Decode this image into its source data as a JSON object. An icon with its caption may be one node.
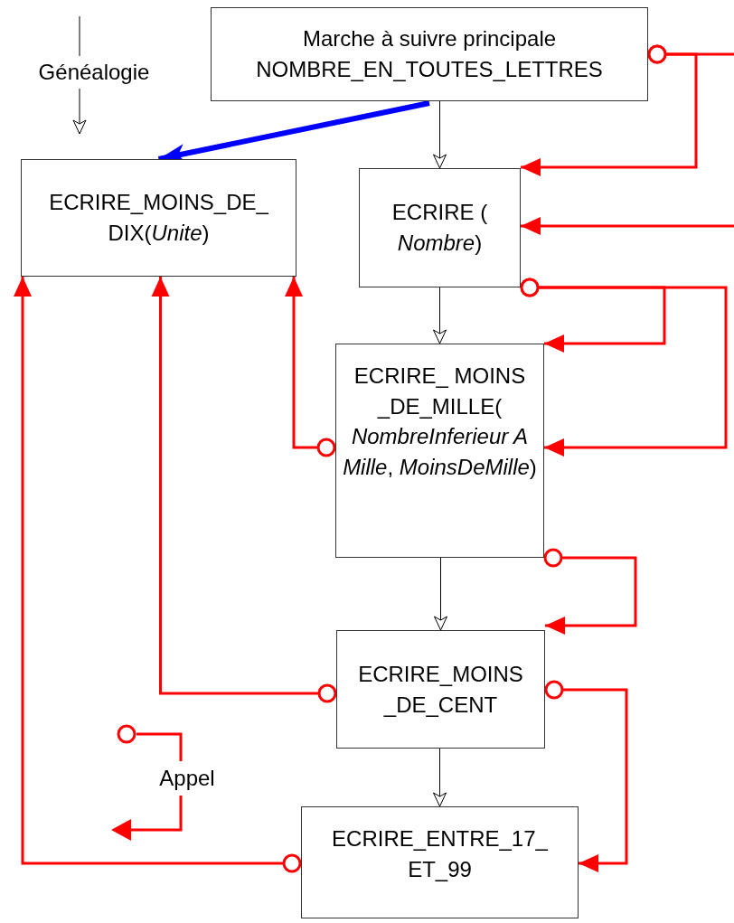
{
  "diagram": {
    "nodes": [
      {
        "text": [
          "Marche à suivre principale",
          "NOMBRE_EN_TOUTES_LETTRES"
        ]
      },
      {
        "text": [
          "ECRIRE_MOINS_DE_ DIX(*Unite*)"
        ]
      },
      {
        "text": [
          "ECRIRE ( *Nombre*)"
        ]
      },
      {
        "text": [
          "ECRIRE_ MOINS _DE_MILLE( *NombreInferieur A Mille*, *MoinsDeMille*)"
        ]
      },
      {
        "text": [
          "ECRIRE_MOINS _DE_CENT"
        ]
      },
      {
        "text": [
          "ECRIRE_ENTRE_17_ ET_99"
        ]
      }
    ],
    "edges": [
      {
        "from": 0,
        "to": 2,
        "arrow": "to",
        "color": "#000000"
      },
      {
        "from": 2,
        "to": 3,
        "arrow": "to",
        "color": "#000000"
      },
      {
        "from": 3,
        "to": 4,
        "arrow": "to",
        "color": "#000000"
      },
      {
        "from": 4,
        "to": 5,
        "arrow": "to",
        "color": "#000000"
      },
      {
        "from": 0,
        "to": 1,
        "arrow": "to",
        "style": "thick",
        "color": "#0000ff"
      },
      {
        "from": 0,
        "to": 2,
        "arrow": "to"
      },
      {
        "from": 0,
        "to": null,
        "arrow": "other"
      },
      {
        "from": null,
        "to": 2,
        "arrow": "to"
      },
      {
        "from": 2,
        "to": 3,
        "arrow": "to"
      },
      {
        "from": 2,
        "to": 3,
        "arrow": "to"
      },
      {
        "from": 3,
        "to": 1,
        "arrow": "to"
      },
      {
        "from": 3,
        "to": 4,
        "arrow": "to"
      },
      {
        "from": 4,
        "to": 1,
        "arrow": "to"
      },
      {
        "from": 4,
        "to": 5,
        "arrow": "to"
      },
      {
        "from": 5,
        "to": 1,
        "arrow": "to"
      }
    ],
    "legend": [
      {
        "text": "Généalogie"
      },
      {
        "text": "Appel"
      }
    ]
  }
}
